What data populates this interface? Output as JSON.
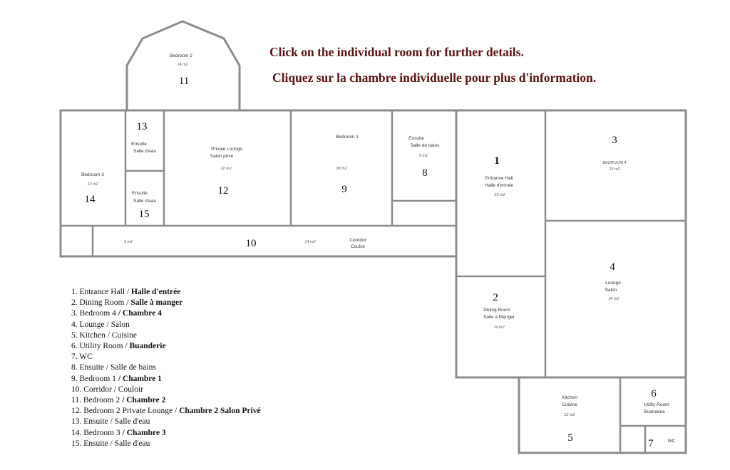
{
  "instructions": {
    "en": "Click on the individual room for further details.",
    "fr": "Cliquez sur la chambre individuelle pour plus d'information."
  },
  "colors": {
    "instruction_text": "#5e1212",
    "walls": "#8c8c8c",
    "text": "#111111"
  },
  "rooms": [
    {
      "id": "1",
      "name": "Entrance Hall",
      "name_fr": "Halle d'entrée",
      "area": "23 m2"
    },
    {
      "id": "2",
      "name": "Dining Room",
      "name_fr": "Salle à Manger",
      "area": "14 m2"
    },
    {
      "id": "3",
      "name": "BEDROOM 4",
      "area": "23 m2"
    },
    {
      "id": "4",
      "name": "Lounge",
      "name_fr": "Salon",
      "area": "34 m2"
    },
    {
      "id": "5",
      "name": "Kitchen",
      "name_fr": "Cuisine",
      "area": "12 m2"
    },
    {
      "id": "6",
      "name": "Utility Room",
      "name_fr": "Buanderie"
    },
    {
      "id": "7",
      "name": "WC"
    },
    {
      "id": "8",
      "name": "Ensuite",
      "name_fr": "Salle de bains",
      "area": "9 m2"
    },
    {
      "id": "9",
      "name": "Bedroom 1",
      "area": "18 m2"
    },
    {
      "id": "10",
      "name": "Corridor",
      "name_fr": "Couloir",
      "area": "14 m2",
      "area2": "3 m2"
    },
    {
      "id": "11",
      "name": "Bedroom 2",
      "area": "14 m2"
    },
    {
      "id": "12",
      "name": "Private Lounge",
      "name_fr": "Salon privé",
      "area": "22 m2"
    },
    {
      "id": "13",
      "name": "Ensuite",
      "name_fr": "Salle d'eau"
    },
    {
      "id": "14",
      "name": "Bedroom 3",
      "area": "13 m2"
    },
    {
      "id": "15",
      "name": "Ensuite",
      "name_fr": "Salle d'eau"
    }
  ],
  "legend": [
    {
      "en": "1. Entrance Hall / ",
      "fr": "Halle d'entrée"
    },
    {
      "en": "2. Dining Room / ",
      "fr": "Salle à manger"
    },
    {
      "en": "3. Bedroom 4 ",
      "fr": "/ Chambre 4"
    },
    {
      "en": "4. Lounge / Salon",
      "fr": ""
    },
    {
      "en": "5. Kitchen / Cuisine",
      "fr": ""
    },
    {
      "en": "6. Utility Room / ",
      "fr": "Buanderie"
    },
    {
      "en": "7. WC",
      "fr": ""
    },
    {
      "en": "8. Ensuite / Salle de bains",
      "fr": ""
    },
    {
      "en": "9. Bedroom 1 ",
      "fr": "/ Chambre 1"
    },
    {
      "en": "10. Corridor / Couloir",
      "fr": ""
    },
    {
      "en": "11. Bedroom 2 ",
      "fr": "/ Chambre 2"
    },
    {
      "en": "12. Bedroom 2 Private Lounge / ",
      "fr": "Chambre 2 Salon Privé"
    },
    {
      "en": "13. Ensuite / Salle d'eau",
      "fr": ""
    },
    {
      "en": "14. Bedroom 3 ",
      "fr": "/ Chambre 3"
    },
    {
      "en": "15. Ensuite / Salle d'eau",
      "fr": ""
    }
  ]
}
